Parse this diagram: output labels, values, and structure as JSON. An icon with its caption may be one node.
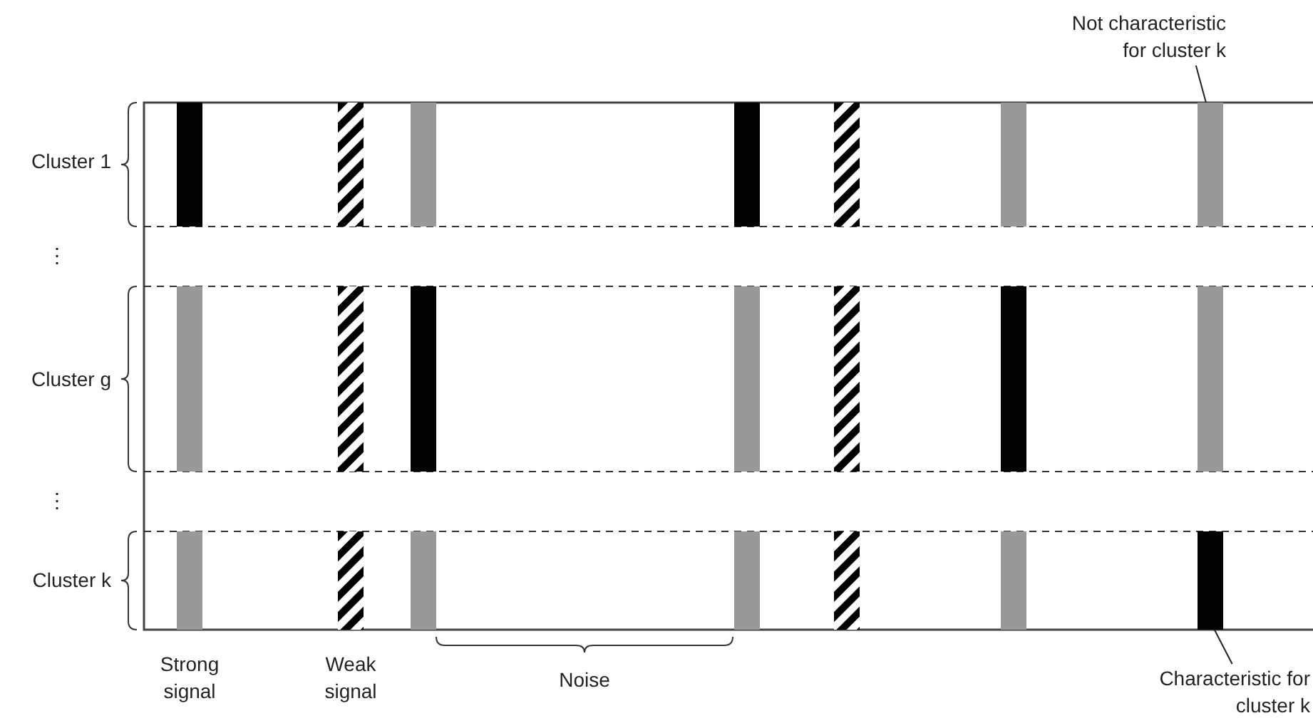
{
  "diagram": {
    "nodes": [
      {
        "text": [
          "Not characteristic for cluster k"
        ]
      },
      {
        "text": [],
        "shape": "bar"
      },
      {
        "text": [],
        "shape": "bar"
      },
      {
        "text": [],
        "shape": "bar"
      },
      {
        "text": [],
        "shape": "bar"
      },
      {
        "text": [],
        "shape": "bar"
      },
      {
        "text": [],
        "shape": "bar"
      },
      {
        "text": [],
        "shape": "bar"
      },
      {
        "text": [],
        "shape": "bar"
      },
      {
        "text": [],
        "shape": "bar"
      },
      {
        "text": [],
        "shape": "bar"
      },
      {
        "text": [],
        "shape": "bar"
      },
      {
        "text": [],
        "shape": "bar"
      },
      {
        "text": [],
        "shape": "bar"
      },
      {
        "text": [],
        "shape": "bar"
      },
      {
        "text": [],
        "shape": "bar"
      },
      {
        "text": [],
        "shape": "bar"
      },
      {
        "text": [],
        "shape": "bar"
      },
      {
        "text": [],
        "shape": "bar"
      },
      {
        "text": [],
        "shape": "bar"
      },
      {
        "text": [],
        "shape": "bar"
      },
      {
        "text": [],
        "shape": "bar"
      },
      {
        "text": [
          "Characteristic for cluster k"
        ]
      }
    ],
    "edges": [
      {
        "from": 0,
        "to": 7,
        "arrow": "none"
      },
      {
        "from": 22,
        "to": 21,
        "arrow": "none"
      }
    ],
    "labels": [
      "Cluster 1",
      "⋮",
      "Cluster g",
      "⋮",
      "Cluster k",
      "Strong signal",
      "Weak signal",
      "Noise"
    ]
  }
}
